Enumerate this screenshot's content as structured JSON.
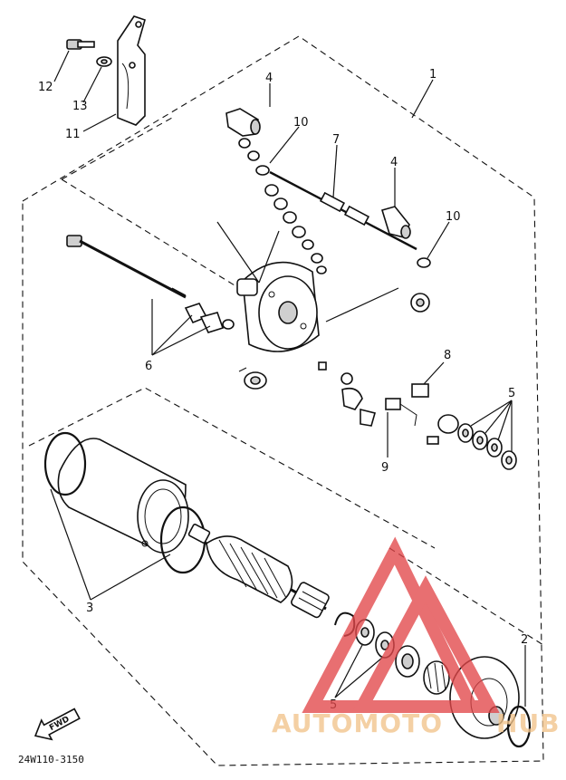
{
  "callouts": {
    "c1": "1",
    "c2": "2",
    "c3": "3",
    "c4a": "4",
    "c4b": "4",
    "c5a": "5",
    "c5b": "5",
    "c6": "6",
    "c7": "7",
    "c8": "8",
    "c9": "9",
    "c10a": "10",
    "c10b": "10",
    "c11": "11",
    "c12": "12",
    "c13": "13"
  },
  "diagram_code": "24W110-3150",
  "fwd_label": "FWD",
  "watermark": {
    "text_a": "AUTOMOTO",
    "text_b": "HUB",
    "color_red": "#e2474a",
    "color_orange": "#f2c48b"
  }
}
